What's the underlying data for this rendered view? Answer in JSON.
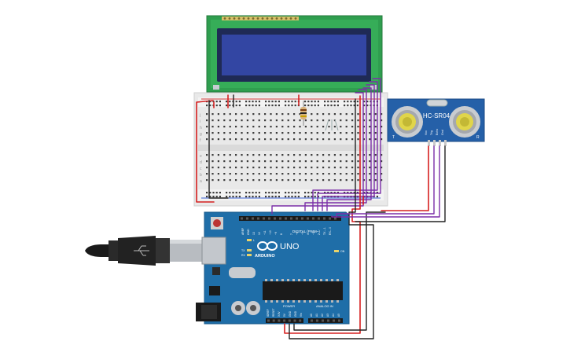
{
  "sensor": {
    "model": "HC-SR04",
    "pin_labels": [
      "Vcc",
      "Trig",
      "Echo",
      "Gnd"
    ],
    "side_left": "T",
    "side_right": "R"
  },
  "arduino": {
    "brand": "ARDUINO",
    "model": "UNO",
    "digital_label": "DIGITAL (PWM~)",
    "power_label": "POWER",
    "analog_label": "ANALOG IN",
    "aref_label": "AREF",
    "gnd_label": "GND",
    "power_pins": [
      "IOREF",
      "RESET",
      "3.3V",
      "5V",
      "GND",
      "GND",
      "Vin"
    ],
    "analog_pins": [
      "A0",
      "A1",
      "A2",
      "A3",
      "A4",
      "A5"
    ],
    "led_labels": [
      "L",
      "TX",
      "RX"
    ],
    "on_label": "ON",
    "digital_pins": [
      "13",
      "12",
      "~11",
      "~10",
      "~9",
      "8",
      "7",
      "~6",
      "~5",
      "4",
      "~3",
      "2",
      "TX→1",
      "RX←0"
    ]
  },
  "breadboard": {
    "row_letters_top": [
      "j",
      "i",
      "h",
      "g",
      "f"
    ],
    "row_letters_bottom": [
      "e",
      "d",
      "c",
      "b",
      "a"
    ]
  },
  "colors": {
    "board_blue": "#1f6ea8",
    "lcd_green": "#2f9e4f",
    "lcd_screen": "#2a3a8f",
    "wire_red": "#d62020",
    "wire_black": "#222222",
    "wire_purple": "#7b2fa8"
  }
}
